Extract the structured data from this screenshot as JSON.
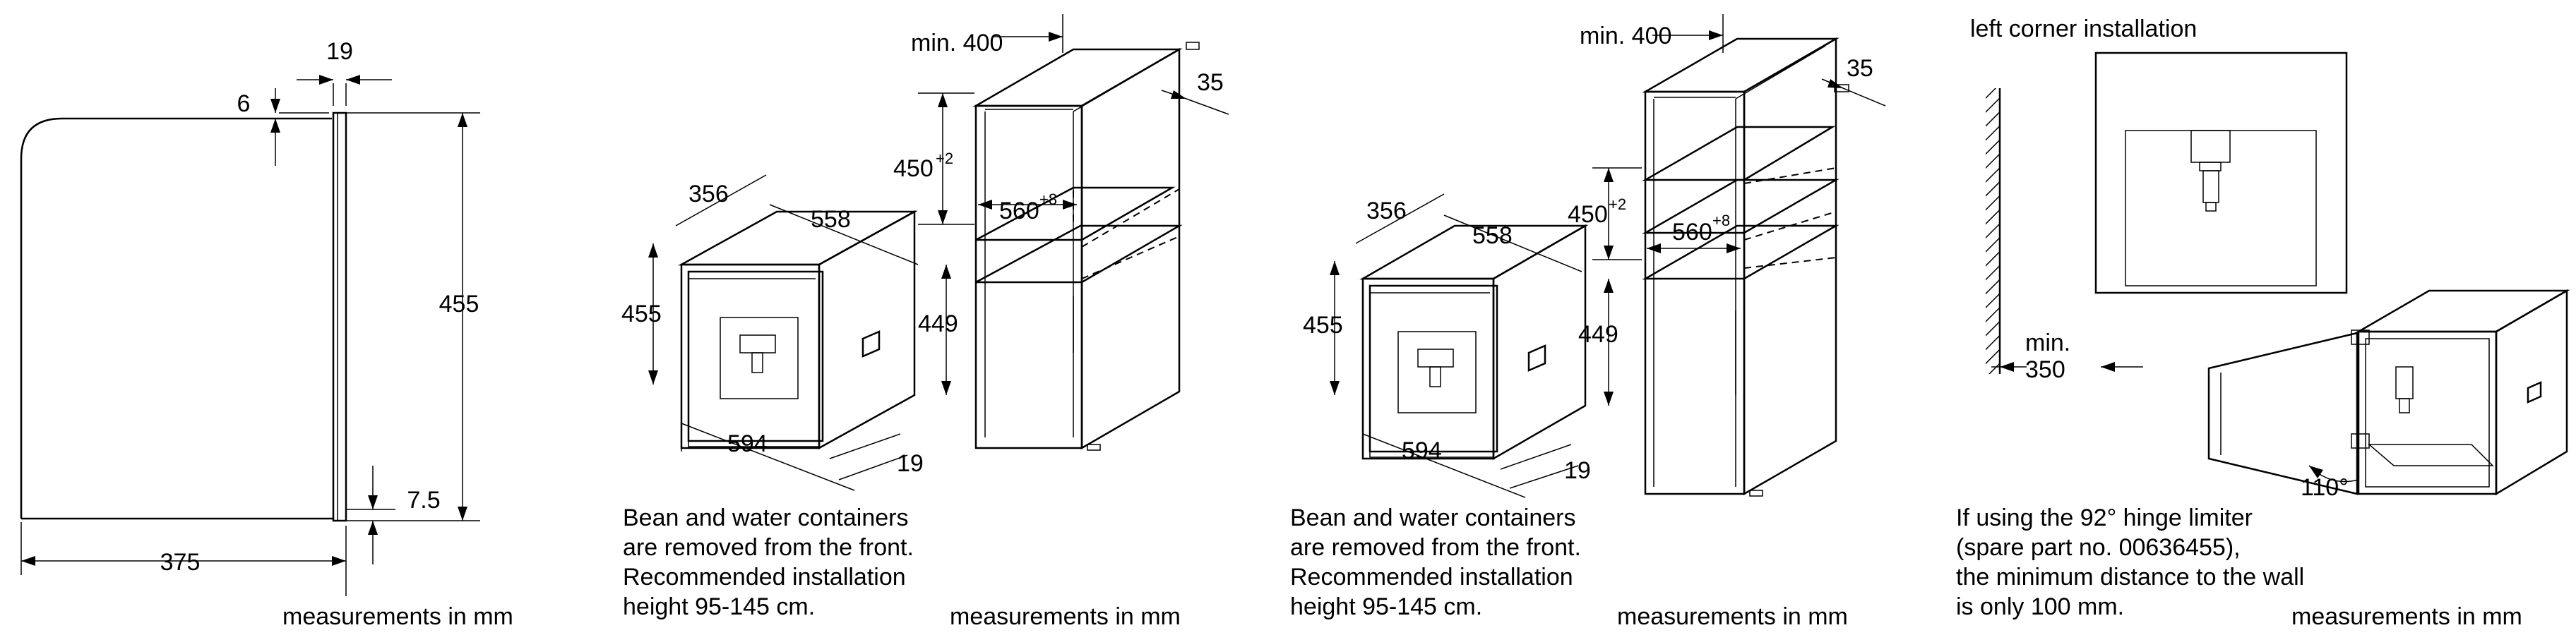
{
  "panel_side": {
    "dim_top_offset": "19",
    "dim_top_gap": "6",
    "dim_height": "455",
    "dim_bottom_gap": "7.5",
    "dim_depth": "375",
    "units_note": "measurements in mm"
  },
  "panel_a": {
    "dim_min_depth": "min. 400",
    "dim_top_depth": "35",
    "dim_niche_height": "450",
    "dim_niche_height_tol": "+2",
    "dim_niche_width": "560",
    "dim_niche_width_tol": "+8",
    "dim_appliance_depth": "356",
    "dim_appliance_width_top": "558",
    "dim_appliance_height": "455",
    "dim_body_height": "449",
    "dim_appliance_width": "594",
    "dim_front_depth": "19",
    "note_lines": [
      "Bean and water containers",
      "are removed from the front.",
      "Recommended installation",
      "height 95-145 cm."
    ],
    "units_note": "measurements in mm"
  },
  "panel_b": {
    "dim_min_depth": "min. 400",
    "dim_top_depth": "35",
    "dim_niche_height": "450",
    "dim_niche_height_tol": "+2",
    "dim_niche_width": "560",
    "dim_niche_width_tol": "+8",
    "dim_appliance_depth": "356",
    "dim_appliance_width_top": "558",
    "dim_appliance_height": "455",
    "dim_body_height": "449",
    "dim_appliance_width": "594",
    "dim_front_depth": "19",
    "note_lines": [
      "Bean and water containers",
      "are removed from the front.",
      "Recommended installation",
      "height 95-145 cm."
    ],
    "units_note": "measurements in mm"
  },
  "panel_corner": {
    "title": "left corner installation",
    "dim_min_label": "min.",
    "dim_min_value": "350",
    "dim_angle": "110°",
    "note_lines": [
      "If using the 92° hinge limiter",
      "(spare part no. 00636455),",
      "the minimum distance to the wall",
      "is only 100 mm."
    ],
    "units_note": "measurements in mm"
  }
}
